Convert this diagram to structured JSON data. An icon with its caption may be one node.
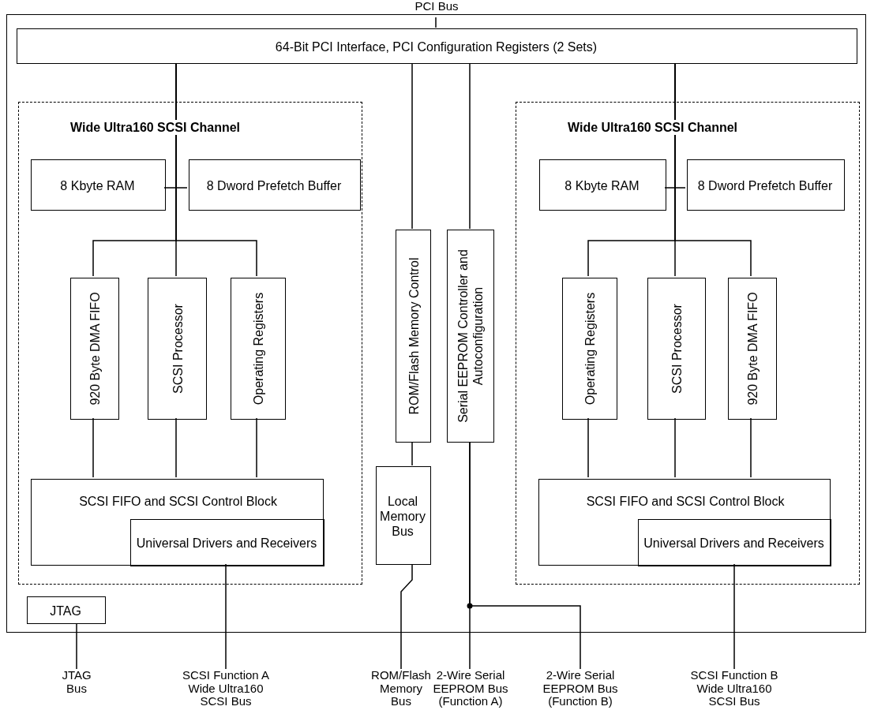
{
  "diagram": {
    "nodes": [
      {
        "text": [
          "PCI Bus"
        ]
      },
      {
        "text": [],
        "shape": "box"
      },
      {
        "text": [
          "64-Bit PCI Interface, PCI Configuration Registers (2 Sets)"
        ],
        "in": 1
      },
      {
        "text": [
          "Wide Ultra160 SCSI Channel"
        ],
        "in": 1
      },
      {
        "text": [
          "8 Kbyte RAM"
        ],
        "in": 3
      },
      {
        "text": [
          "8 Dword Prefetch Buffer"
        ],
        "in": 3
      },
      {
        "text": [
          "920 Byte DMA FIFO"
        ],
        "in": 3
      },
      {
        "text": [
          "SCSI Processor"
        ],
        "in": 3
      },
      {
        "text": [
          "Operating Registers"
        ],
        "in": 3
      },
      {
        "text": [
          "SCSI FIFO and SCSI Control Block"
        ],
        "in": 3
      },
      {
        "text": [
          "Universal Drivers and Receivers"
        ],
        "in": 9
      },
      {
        "text": [
          "ROM/Flash Memory Control"
        ],
        "in": 1
      },
      {
        "text": [
          "Serial EEPROM Controller and Autoconfiguration"
        ],
        "in": 1
      },
      {
        "text": [
          "Local Memory Bus"
        ],
        "in": 1
      },
      {
        "text": [
          "Wide Ultra160 SCSI Channel"
        ],
        "in": 1
      },
      {
        "text": [
          "8 Kbyte RAM"
        ],
        "in": 14
      },
      {
        "text": [
          "8 Dword Prefetch Buffer"
        ],
        "in": 14
      },
      {
        "text": [
          "Operating Registers"
        ],
        "in": 14
      },
      {
        "text": [
          "SCSI Processor"
        ],
        "in": 14
      },
      {
        "text": [
          "920 Byte DMA FIFO"
        ],
        "in": 14
      },
      {
        "text": [
          "SCSI FIFO and SCSI Control Block"
        ],
        "in": 14
      },
      {
        "text": [
          "Universal Drivers and Receivers"
        ],
        "in": 20
      },
      {
        "text": [
          "JTAG"
        ],
        "in": 1
      },
      {
        "text": [
          "JTAG Bus"
        ]
      },
      {
        "text": [
          "SCSI Function A Wide Ultra160 SCSI Bus"
        ]
      },
      {
        "text": [
          "ROM/Flash Memory Bus"
        ]
      },
      {
        "text": [
          "2-Wire Serial EEPROM Bus (Function A)"
        ]
      },
      {
        "text": [
          "2-Wire Serial EEPROM Bus (Function B)"
        ]
      },
      {
        "text": [
          "SCSI Function B Wide Ultra160 SCSI Bus"
        ]
      }
    ],
    "edges": [
      {
        "from": 0,
        "to": 2,
        "arrow": "none"
      },
      {
        "from": 2,
        "to": 4,
        "arrow": "none"
      },
      {
        "from": 2,
        "to": 5,
        "arrow": "none"
      },
      {
        "from": 2,
        "to": 6,
        "arrow": "none"
      },
      {
        "from": 2,
        "to": 7,
        "arrow": "none"
      },
      {
        "from": 2,
        "to": 8,
        "arrow": "none"
      },
      {
        "from": 6,
        "to": 9,
        "arrow": "none"
      },
      {
        "from": 7,
        "to": 9,
        "arrow": "none"
      },
      {
        "from": 8,
        "to": 9,
        "arrow": "none"
      },
      {
        "from": 10,
        "to": 24,
        "arrow": "none"
      },
      {
        "from": 2,
        "to": 11,
        "arrow": "none"
      },
      {
        "from": 2,
        "to": 12,
        "arrow": "none"
      },
      {
        "from": 11,
        "to": 13,
        "arrow": "none"
      },
      {
        "from": 13,
        "to": 25,
        "arrow": "none"
      },
      {
        "from": 12,
        "to": 26,
        "arrow": "none"
      },
      {
        "from": 12,
        "to": 27,
        "arrow": "none"
      },
      {
        "from": 22,
        "to": 23,
        "arrow": "none"
      },
      {
        "from": 2,
        "to": 15,
        "arrow": "none"
      },
      {
        "from": 2,
        "to": 16,
        "arrow": "none"
      },
      {
        "from": 2,
        "to": 17,
        "arrow": "none"
      },
      {
        "from": 2,
        "to": 18,
        "arrow": "none"
      },
      {
        "from": 2,
        "to": 19,
        "arrow": "none"
      },
      {
        "from": 17,
        "to": 20,
        "arrow": "none"
      },
      {
        "from": 18,
        "to": 20,
        "arrow": "none"
      },
      {
        "from": 19,
        "to": 20,
        "arrow": "none"
      },
      {
        "from": 21,
        "to": 28,
        "arrow": "none"
      }
    ]
  }
}
